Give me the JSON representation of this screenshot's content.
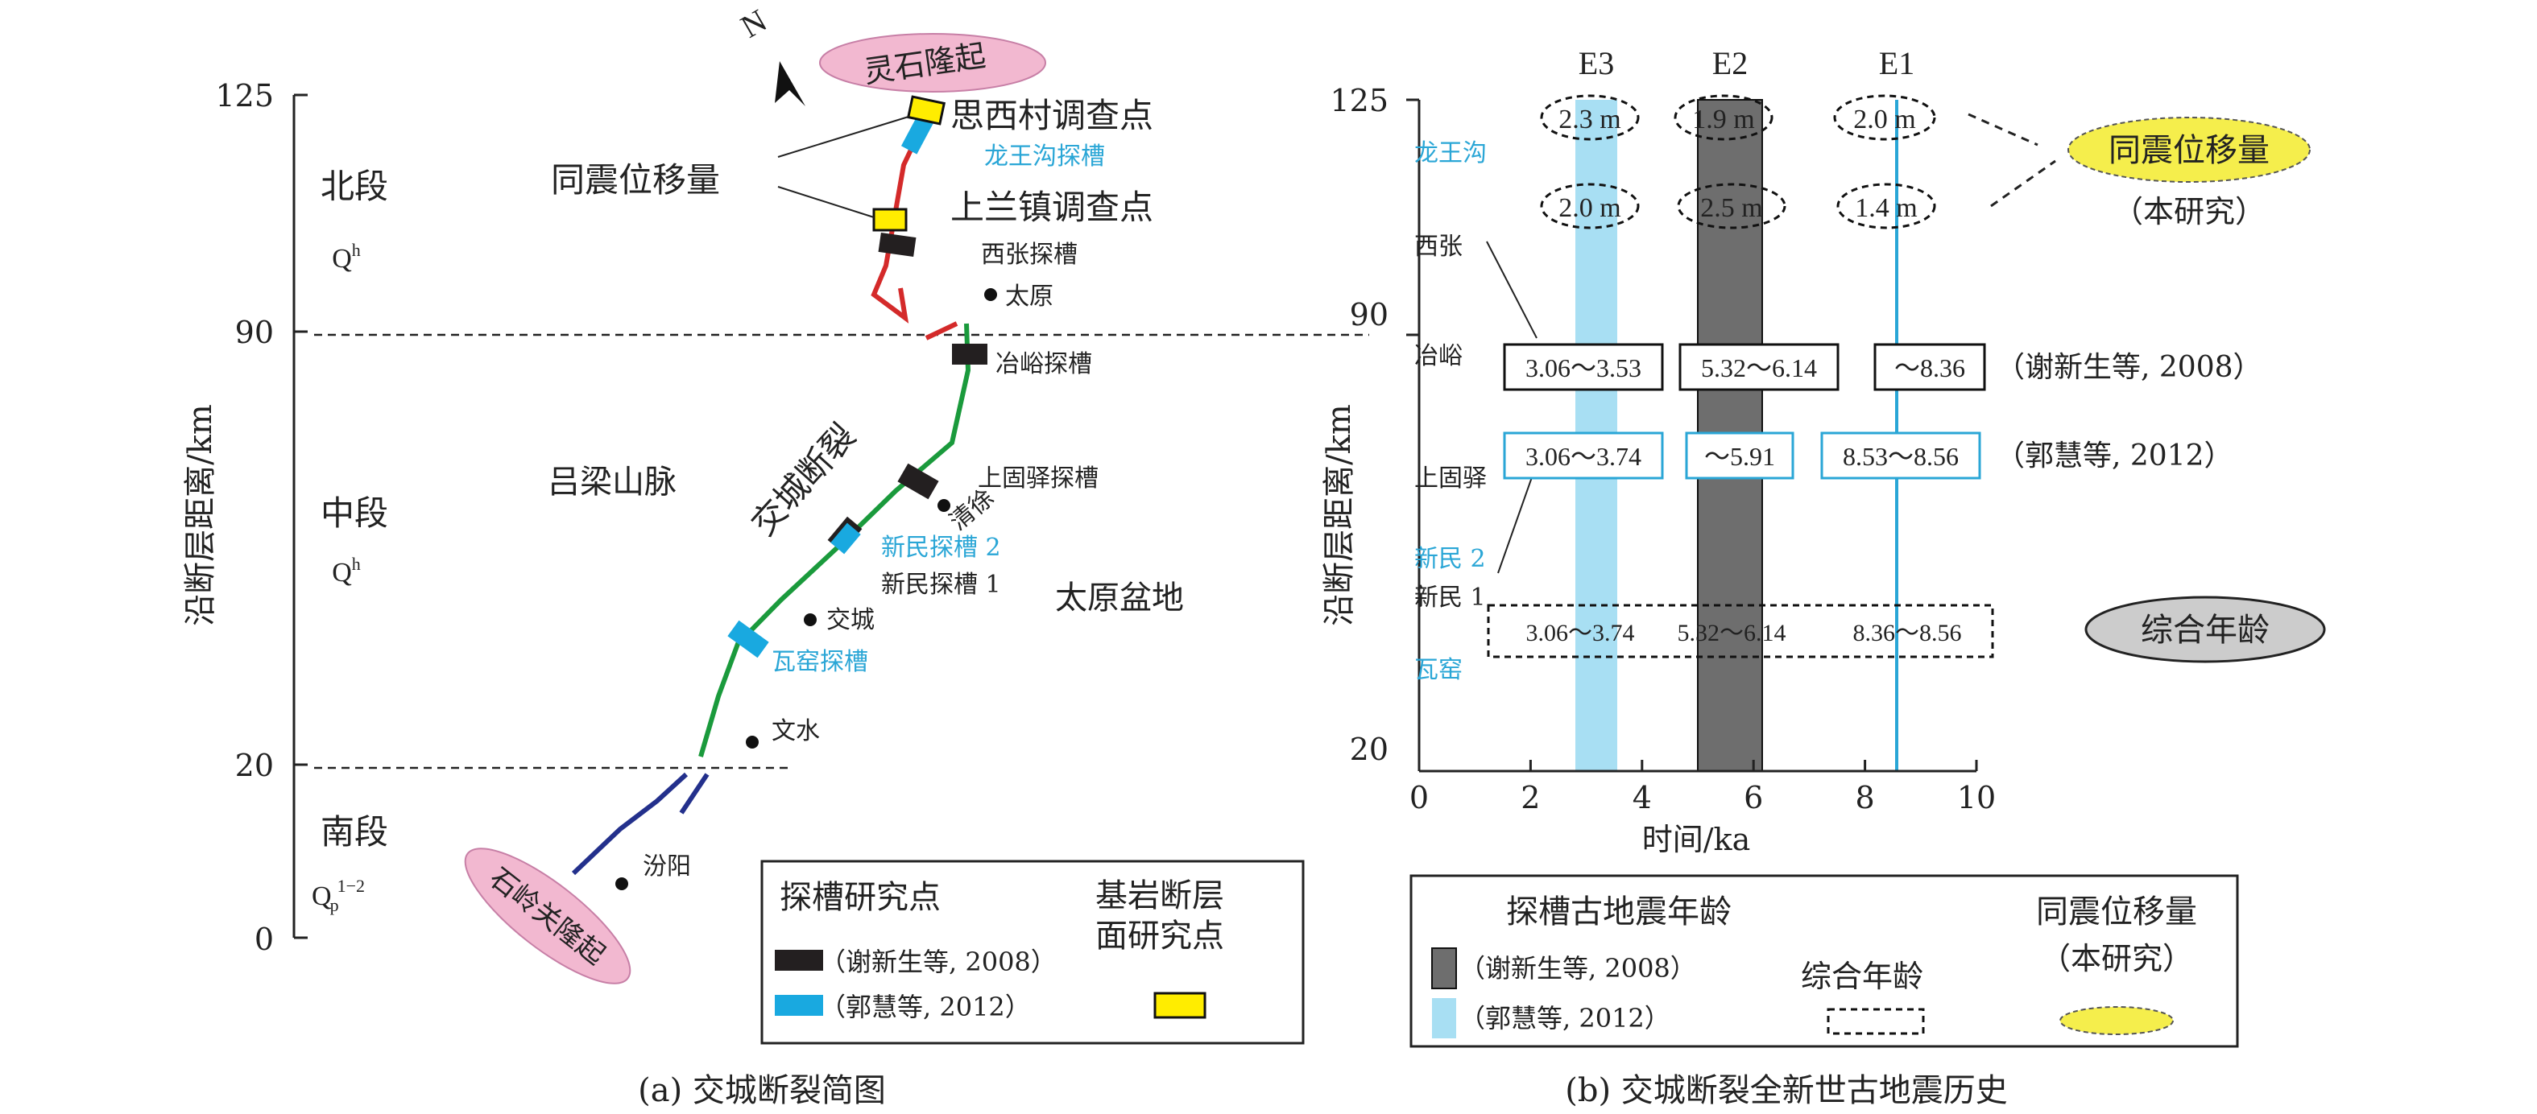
{
  "panel_a": {
    "caption": "(a) 交城断裂简图",
    "y_axis": {
      "label": "沿断层距离/km",
      "ticks": [
        "125",
        "90",
        "20",
        "0"
      ]
    },
    "segments": {
      "north": {
        "name": "北段",
        "age": "Q",
        "age_sup": "h"
      },
      "middle": {
        "name": "中段",
        "age": "Q",
        "age_sup": "h"
      },
      "south": {
        "name": "南段",
        "age": "Q",
        "age_sub": "p",
        "age_sup": "1−2"
      }
    },
    "north_arrow": "N",
    "uplifts": {
      "lingshi": "灵石隆起",
      "shiling": "石岭关隆起"
    },
    "labels": {
      "coseismic": "同震位移量",
      "sixi": "思西村调查点",
      "longwanggou": "龙王沟探槽",
      "shanglanzhen": "上兰镇调查点",
      "xizhang": "西张探槽",
      "taiyuan": "太原",
      "yeyu": "冶峪探槽",
      "lvliang": "吕梁山脉",
      "fault_name": "交城断裂",
      "shanggu": "上固驿探槽",
      "qingxu": "清徐",
      "xinmin2": "新民探槽 2",
      "xinmin1": "新民探槽 1",
      "taiyuan_basin": "太原盆地",
      "jiaocheng": "交城",
      "wayao": "瓦窑探槽",
      "wenshui": "文水",
      "fenyang": "汾阳"
    },
    "legend": {
      "trench_title": "探槽研究点",
      "bedrock_title_1": "基岩断层",
      "bedrock_title_2": "面研究点",
      "xie": "（谢新生等, 2008）",
      "guo": "（郭慧等, 2012）"
    },
    "colors": {
      "north_fault": "#d42a2a",
      "middle_fault": "#1a9a3c",
      "south_fault": "#23308c",
      "xie": "#231f20",
      "guo": "#19a9e0",
      "bedrock": "#ffed00",
      "uplift": "#f2b8d0"
    }
  },
  "panel_b": {
    "caption": "(b) 交城断裂全新世古地震历史",
    "y_axis": {
      "label": "沿断层距离/km",
      "ticks": [
        "125",
        "90",
        "20"
      ]
    },
    "x_axis": {
      "label": "时间/ka",
      "ticks": [
        "0",
        "2",
        "4",
        "6",
        "8",
        "10"
      ]
    },
    "events": [
      "E3",
      "E2",
      "E1"
    ],
    "site_labels": {
      "longwanggou": "龙王沟",
      "xizhang": "西张",
      "yeyu": "冶峪",
      "shanggu": "上固驿",
      "xinmin2": "新民 2",
      "xinmin1": "新民 1",
      "wayao": "瓦窑"
    },
    "displacements": {
      "row1": [
        "2.3 m",
        "1.9 m",
        "2.0 m"
      ],
      "row2": [
        "2.0 m",
        "2.5 m",
        "1.4 m"
      ]
    },
    "xie_ages": [
      "3.06～3.53",
      "5.32～6.14",
      "～8.36"
    ],
    "xie_ref": "（谢新生等, 2008）",
    "guo_ages": [
      "3.06～3.74",
      "～5.91",
      "8.53～8.56"
    ],
    "guo_ref": "（郭慧等, 2012）",
    "combined_ages": [
      "3.06～3.74",
      "5.32～6.14",
      "8.36～8.56"
    ],
    "coseismic_label": "同震位移量",
    "this_study": "（本研究）",
    "combined_label": "综合年龄",
    "legend": {
      "paleo_title": "探槽古地震年龄",
      "xie": "（谢新生等, 2008）",
      "guo": "（郭慧等, 2012）",
      "combined": "综合年龄",
      "coseismic_1": "同震位移量",
      "coseismic_2": "（本研究）"
    },
    "colors": {
      "e3_band": "#a8dff3",
      "e2_band": "#6e6e6e",
      "e1_line": "#2aa6d6",
      "ellipse_fill": "#f5ee4c",
      "combined_fill": "#cccccc"
    }
  }
}
